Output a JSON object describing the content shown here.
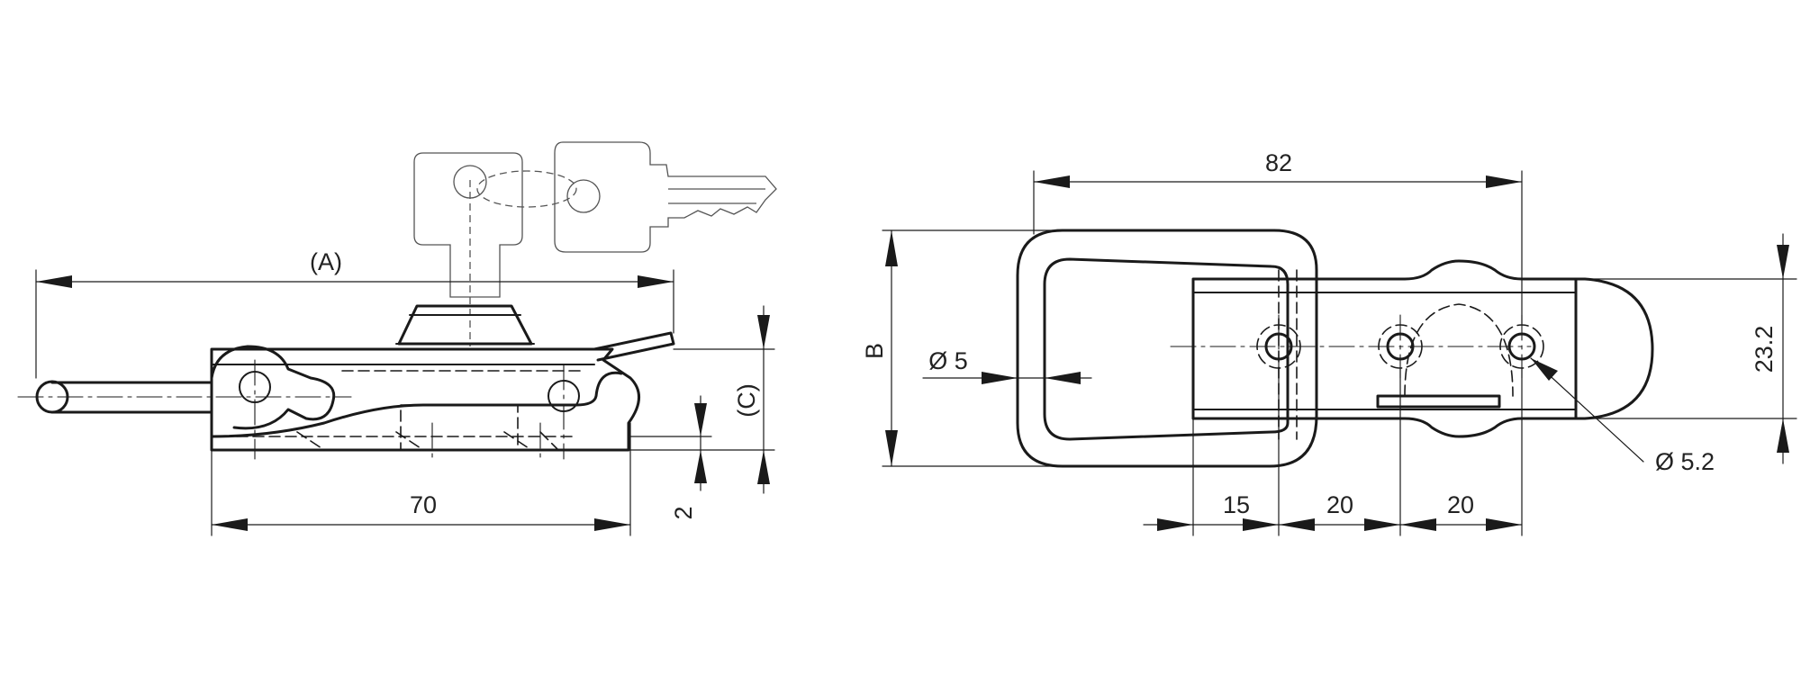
{
  "labels": {
    "dim_A": "(A)",
    "dim_70": "70",
    "dim_C": "(C)",
    "dim_2": "2",
    "dim_82": "82",
    "dim_B": "B",
    "dim_d5": "Ø 5",
    "dim_d52": "Ø 5.2",
    "dim_232": "23.2",
    "dim_15": "15",
    "dim_20a": "20",
    "dim_20b": "20"
  }
}
